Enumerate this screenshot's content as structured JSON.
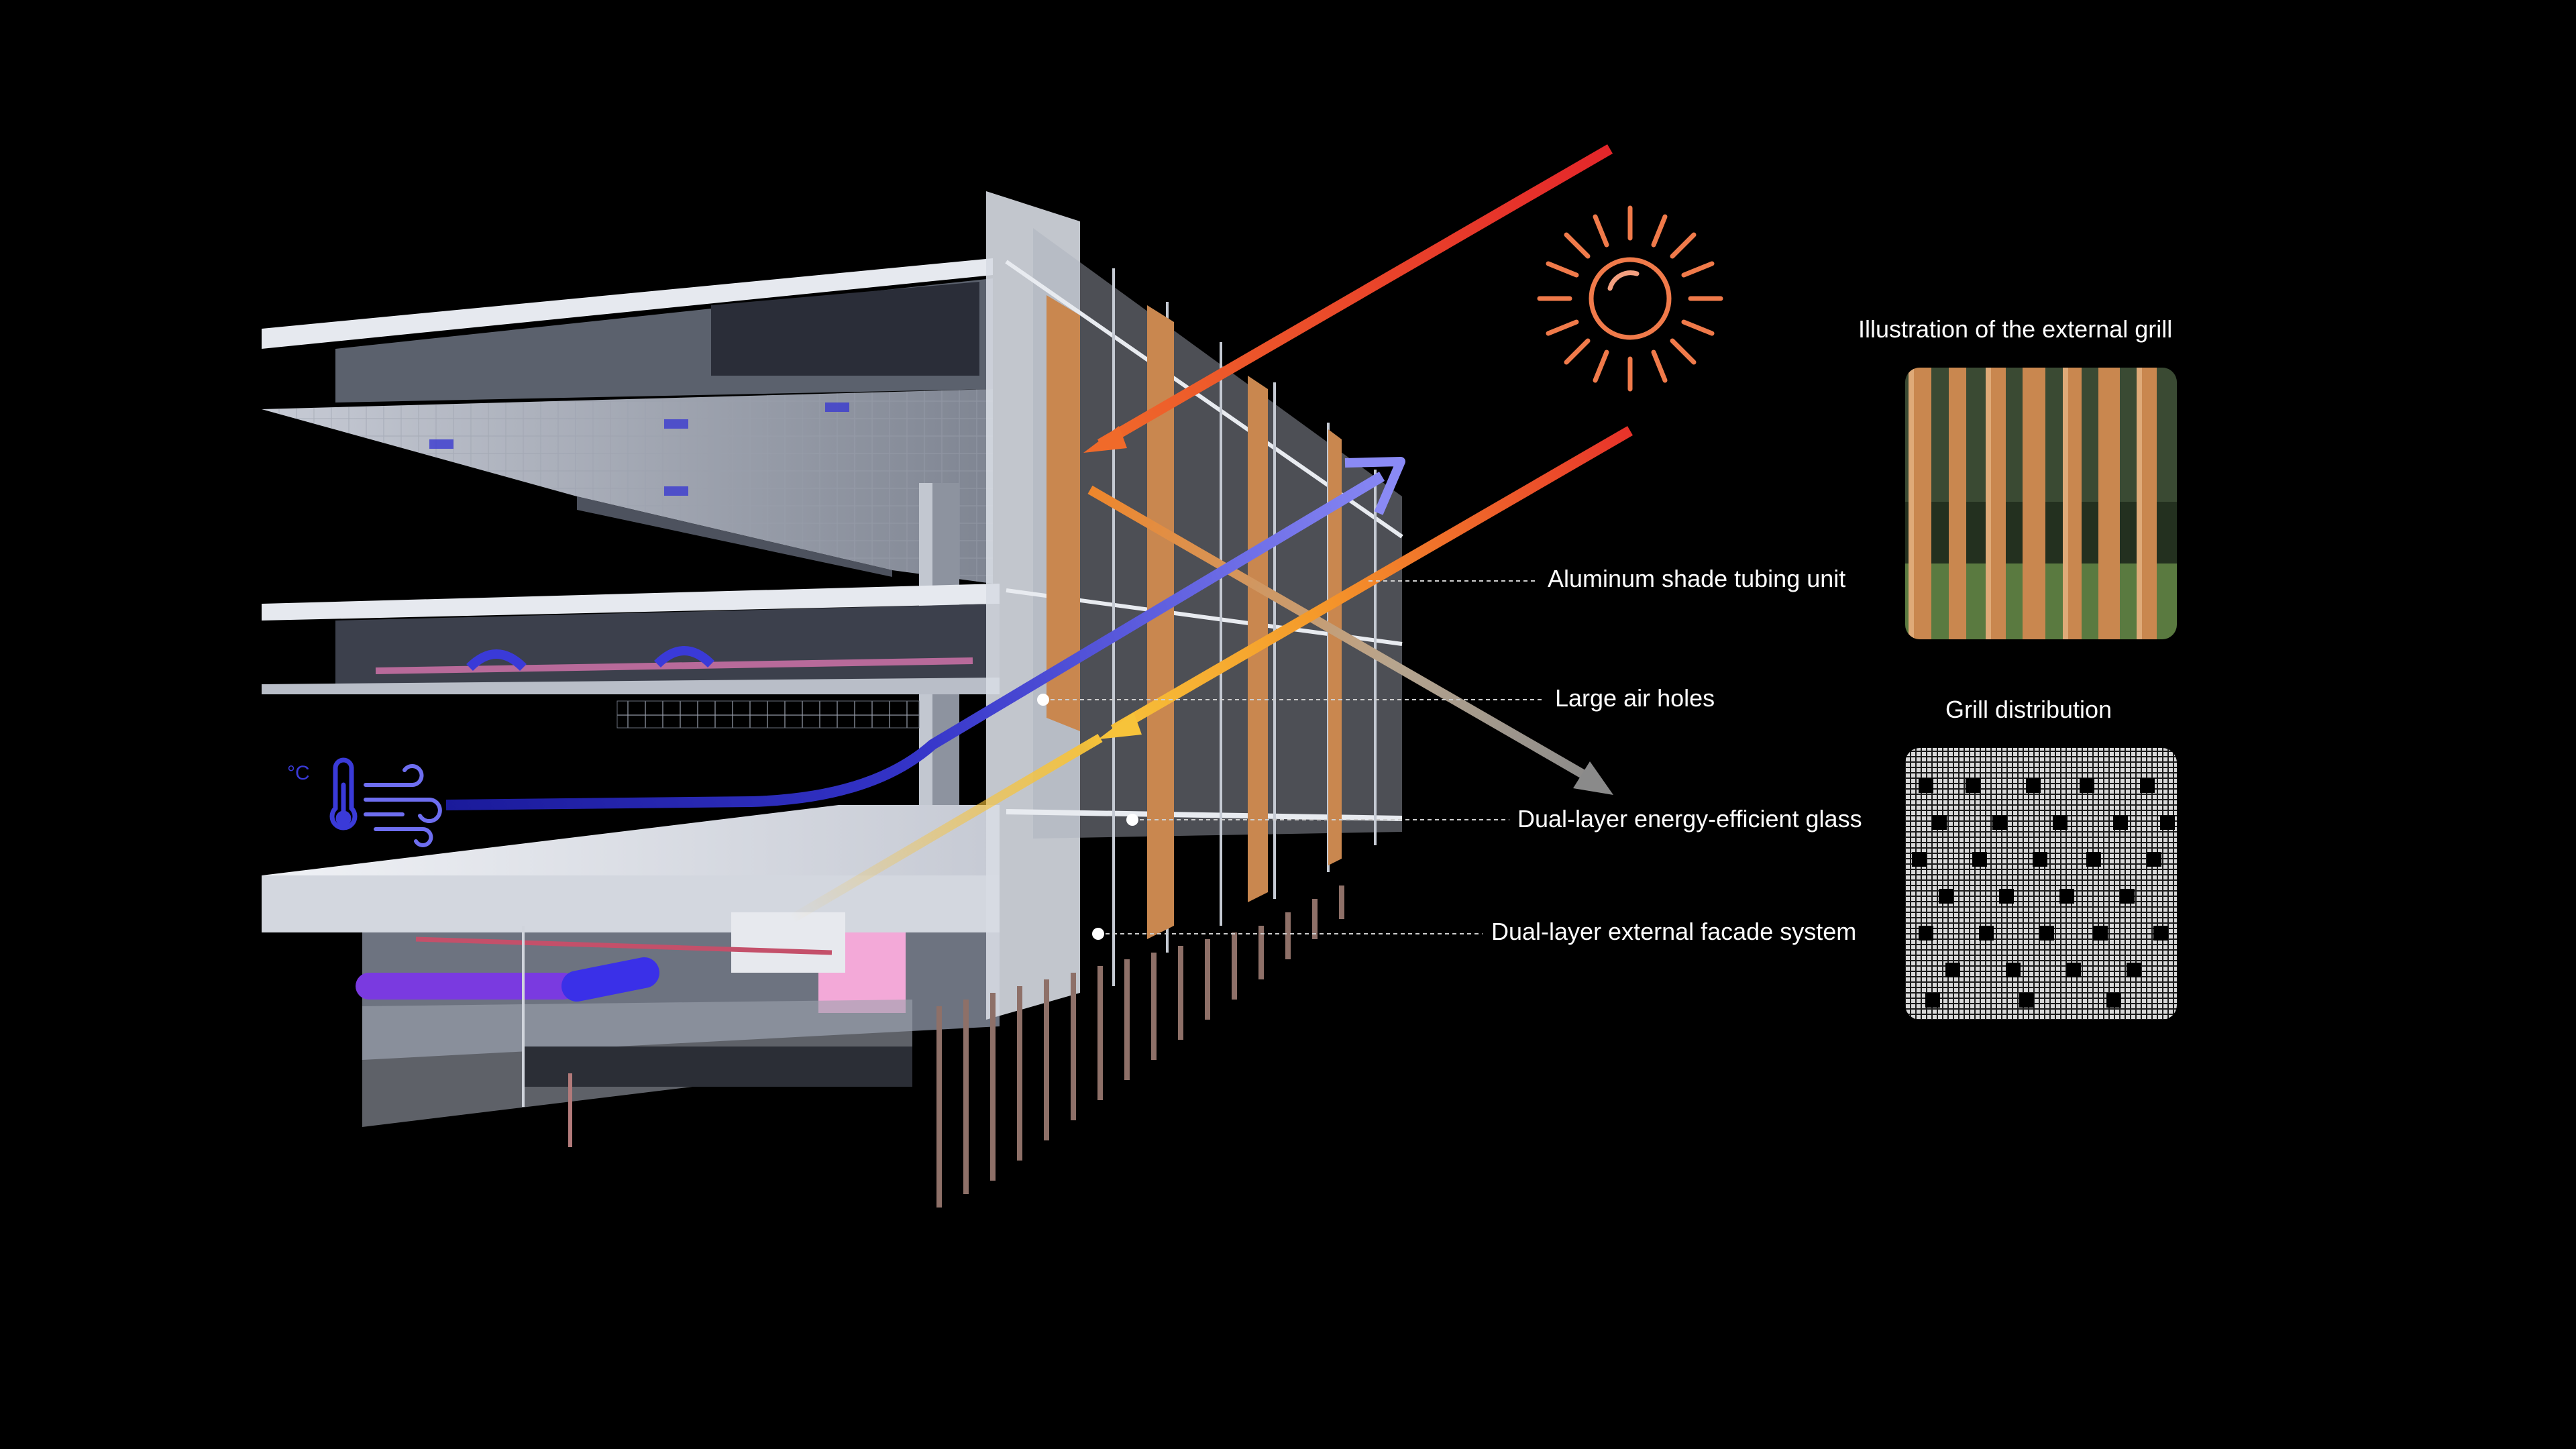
{
  "labels": {
    "aluminum_shade": "Aluminum shade tubing unit",
    "large_air_holes": "Large air holes",
    "dual_glass": "Dual-layer energy-efficient glass",
    "dual_facade": "Dual-layer external facade system"
  },
  "panels": {
    "grill_photo_title": "Illustration of the external grill",
    "grill_distribution_title": "Grill distribution"
  },
  "icons": {
    "sun": "sun-icon",
    "thermometer": "thermometer-icon",
    "wind": "wind-icon"
  },
  "colors": {
    "background": "#000000",
    "sun_ray": "#e8322a",
    "sun_icon": "#f07a4a",
    "air_flow": "#6e6ef0",
    "timber_fin": "#c9874f"
  }
}
